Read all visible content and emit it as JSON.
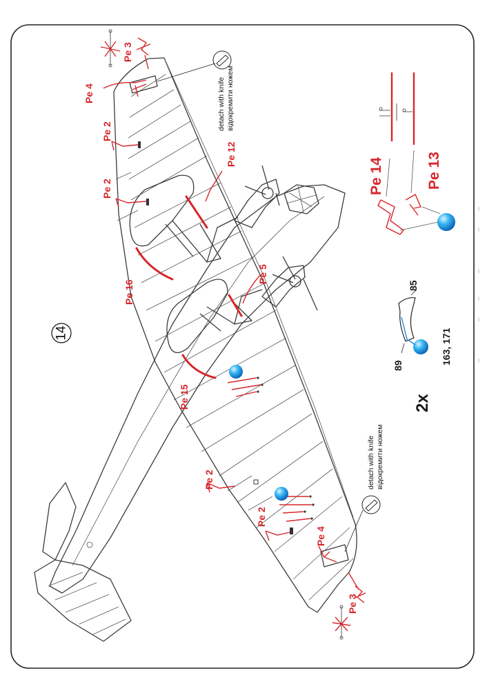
{
  "step_number": "14",
  "multiplier": "2x",
  "notes": {
    "detach_top_en": "detach with knife",
    "detach_top_ua": "відокремити ножем",
    "detach_bottom_en": "detach with knife",
    "detach_bottom_ua": "відокремити ножем"
  },
  "part_labels": {
    "pe3_top": "Pe 3",
    "pe4_top": "Pe 4",
    "pe2_a": "Pe 2",
    "pe2_b": "Pe 2",
    "pe12": "Pe 12",
    "pe16": "Pe 16",
    "pe5": "Pe 5",
    "pe15": "Pe 15",
    "pe2_c": "Pe 2",
    "pe2_d": "Pe 2",
    "pe4_bottom": "Pe 4",
    "pe3_bottom": "Pe 3",
    "pe14": "Pe 14",
    "pe13": "Pe 13"
  },
  "detail_numbers": {
    "n85": "85",
    "n89": "89",
    "n163_171": "163, 171"
  },
  "colors": {
    "photoetch_red": "#d6262b",
    "glue_blue": "#1e88d8",
    "outline": "#3a3a3a"
  }
}
